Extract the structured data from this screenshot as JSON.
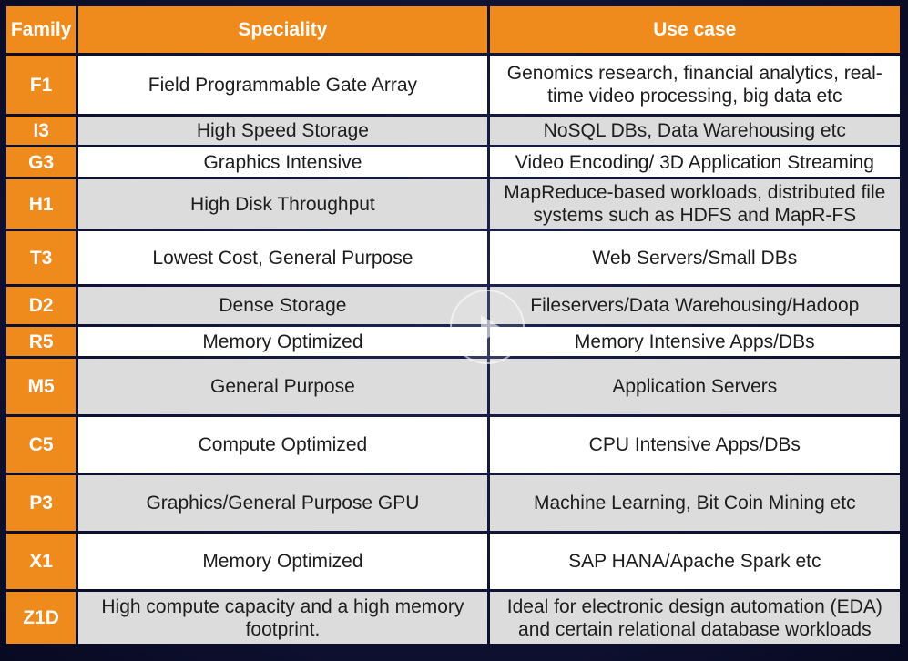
{
  "table": {
    "headers": {
      "family": "Family",
      "speciality": "Speciality",
      "use_case": "Use case"
    },
    "rows": [
      {
        "family": "F1",
        "speciality": "Field Programmable Gate Array",
        "use_case": "Genomics research, financial analytics, real-time video processing, big data etc"
      },
      {
        "family": "I3",
        "speciality": "High Speed Storage",
        "use_case": "NoSQL DBs, Data Warehousing etc"
      },
      {
        "family": "G3",
        "speciality": "Graphics Intensive",
        "use_case": "Video Encoding/ 3D Application Streaming"
      },
      {
        "family": "H1",
        "speciality": "High Disk Throughput",
        "use_case": "MapReduce-based workloads, distributed file systems such as HDFS and MapR-FS"
      },
      {
        "family": "T3",
        "speciality": "Lowest Cost, General Purpose",
        "use_case": "Web Servers/Small DBs"
      },
      {
        "family": "D2",
        "speciality": "Dense Storage",
        "use_case": "Fileservers/Data Warehousing/Hadoop"
      },
      {
        "family": "R5",
        "speciality": "Memory Optimized",
        "use_case": "Memory Intensive Apps/DBs"
      },
      {
        "family": "M5",
        "speciality": "General Purpose",
        "use_case": "Application Servers"
      },
      {
        "family": "C5",
        "speciality": "Compute Optimized",
        "use_case": "CPU Intensive Apps/DBs"
      },
      {
        "family": "P3",
        "speciality": "Graphics/General Purpose GPU",
        "use_case": "Machine Learning, Bit Coin Mining etc"
      },
      {
        "family": "X1",
        "speciality": "Memory Optimized",
        "use_case": "SAP HANA/Apache Spark etc"
      },
      {
        "family": "Z1D",
        "speciality": "High compute capacity and a high memory footprint.",
        "use_case": "Ideal for electronic design automation (EDA) and certain relational database workloads"
      }
    ]
  },
  "player": {
    "icon": "play-icon"
  },
  "colors": {
    "header_orange": "#ef8a1c",
    "row_white": "#ffffff",
    "row_gray": "#dcdcdc",
    "background_navy": "#0f1233"
  }
}
